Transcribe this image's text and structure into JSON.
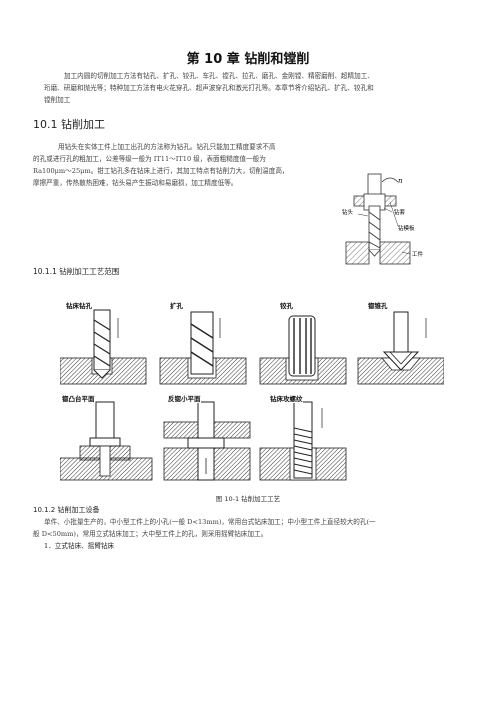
{
  "title": "第 10 章  钻削和镗削",
  "intro": [
    "加工内圆的切削加工方法有钻孔、扩孔、铰孔、车孔、镗孔、拉孔、磨孔、金刚镗、精密磨削、超精加工、",
    "珩磨、研磨和抛光等；特种加工方法有电火花穿孔、超声波穿孔和激光打孔等。本章节将介绍钻孔、扩孔、铰孔和",
    "镗削加工"
  ],
  "section_1": {
    "heading": "10.1 钻削加工"
  },
  "section_1_text": [
    "用钻头在实体工件上加工出孔的方法称为钻孔。钻孔只能加工精度要求不高",
    "的孔或进行孔的粗加工，公差等级一般为   IT11～IT10  级，表面粗糙度值一般为",
    "Ra100μm～25μm。钳工钻孔多在钻床上进行，其加工特点有钻削力大，切削温度高，",
    "摩擦严重，传热散热困难，钻头易产生振动和易磨损，加工精度低等。"
  ],
  "drill_figure": {
    "speed_label": "n",
    "labels": {
      "drill_bit": "钻头",
      "drill_sleeve": "钻套",
      "jig": "钻模板",
      "workpiece": "工件"
    }
  },
  "section_1_1": {
    "heading": "10.1.1    钻削加工工艺范围"
  },
  "process_panels": [
    {
      "label": "钻床钻孔"
    },
    {
      "label": "扩孔"
    },
    {
      "label": "铰孔"
    },
    {
      "label": "锪锥孔"
    },
    {
      "label": "锪凸台平面"
    },
    {
      "label": "反锪小平面"
    },
    {
      "label": "钻床攻螺纹"
    }
  ],
  "figure_caption": "图 10-1    钻削加工工艺",
  "section_1_2": {
    "heading": "10.1.2      钻削加工设备"
  },
  "section_1_2_text": [
    "单件、小批量生产的，中小型工件上的小孔(一般 D<13mm)，常用台式钻床加工；中小型工件上直径较大的孔(一",
    "般 D<50mm)，常用立式钻床加工；大中型工件上的孔，则采用摇臂钻床加工。"
  ],
  "list_item_1": "1．立式钻床、摇臂钻床"
}
